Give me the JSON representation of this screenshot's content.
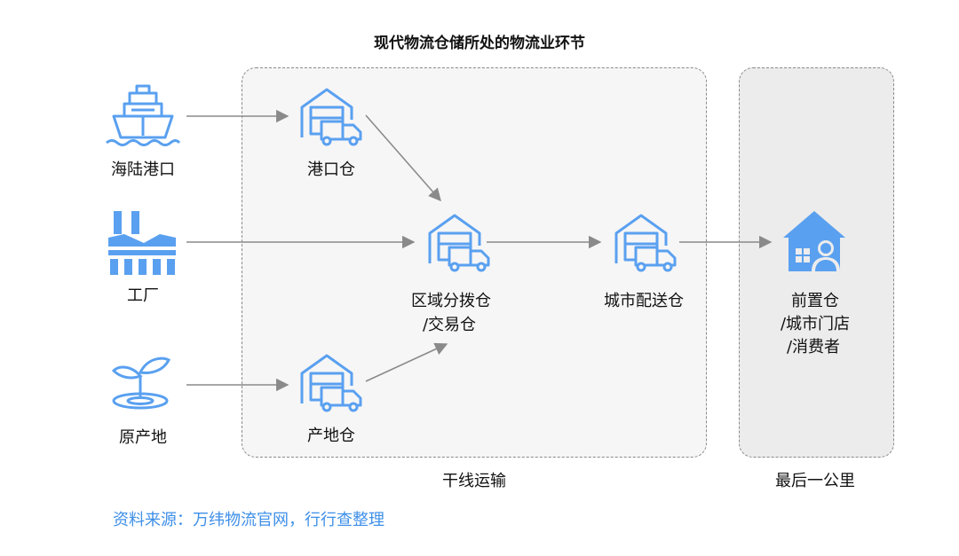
{
  "title": "现代物流仓储所处的物流业环节",
  "zones": {
    "main": "干线运输",
    "last": "最后一公里"
  },
  "sources": {
    "port": "海陆港口",
    "factory": "工厂",
    "origin": "原产地"
  },
  "warehouses": {
    "port": "港口仓",
    "regional_line1": "区域分拨仓",
    "regional_line2": "/交易仓",
    "city": "城市配送仓",
    "origin": "产地仓"
  },
  "destination": {
    "line1": "前置仓",
    "line2": "/城市门店",
    "line3": "/消费者"
  },
  "source_note": "资料来源：万纬物流官网，行行查整理",
  "colors": {
    "icon_blue": "#5aa0f0",
    "arrow_gray": "#8a8a8a",
    "source_blue": "#3e8fe8"
  },
  "icons": [
    "ship-icon",
    "factory-icon",
    "sprout-icon",
    "warehouse-truck-icon",
    "house-person-icon"
  ]
}
